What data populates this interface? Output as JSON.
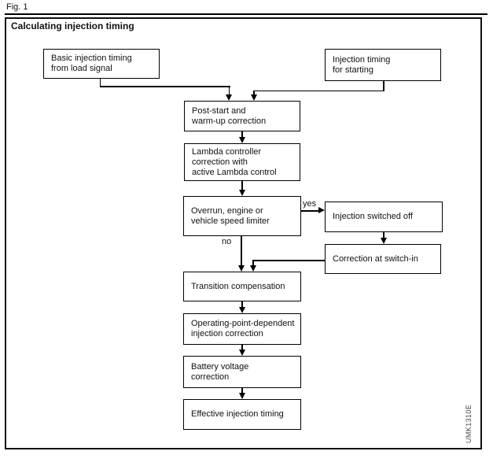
{
  "figure": {
    "label": "Fig. 1",
    "title": "Calculating injection timing",
    "watermark": "UMK1310E"
  },
  "nodes": {
    "basic_injection": {
      "label": "Basic injection timing\nfrom load signal"
    },
    "injection_starting": {
      "label": "Injection timing\nfor starting"
    },
    "post_start": {
      "label": "Post-start and\nwarm-up correction"
    },
    "lambda": {
      "label": "Lambda controller\ncorrection with\nactive Lambda control"
    },
    "overrun": {
      "label": "Overrun, engine or\nvehicle speed limiter"
    },
    "injection_off": {
      "label": "Injection switched off"
    },
    "switch_in": {
      "label": "Correction at switch-in"
    },
    "transition": {
      "label": "Transition compensation"
    },
    "operating_point": {
      "label": "Operating-point-dependent\ninjection correction"
    },
    "battery": {
      "label": "Battery voltage\ncorrection"
    },
    "effective": {
      "label": "Effective injection timing"
    }
  },
  "edge_labels": {
    "yes": "yes",
    "no": "no"
  }
}
